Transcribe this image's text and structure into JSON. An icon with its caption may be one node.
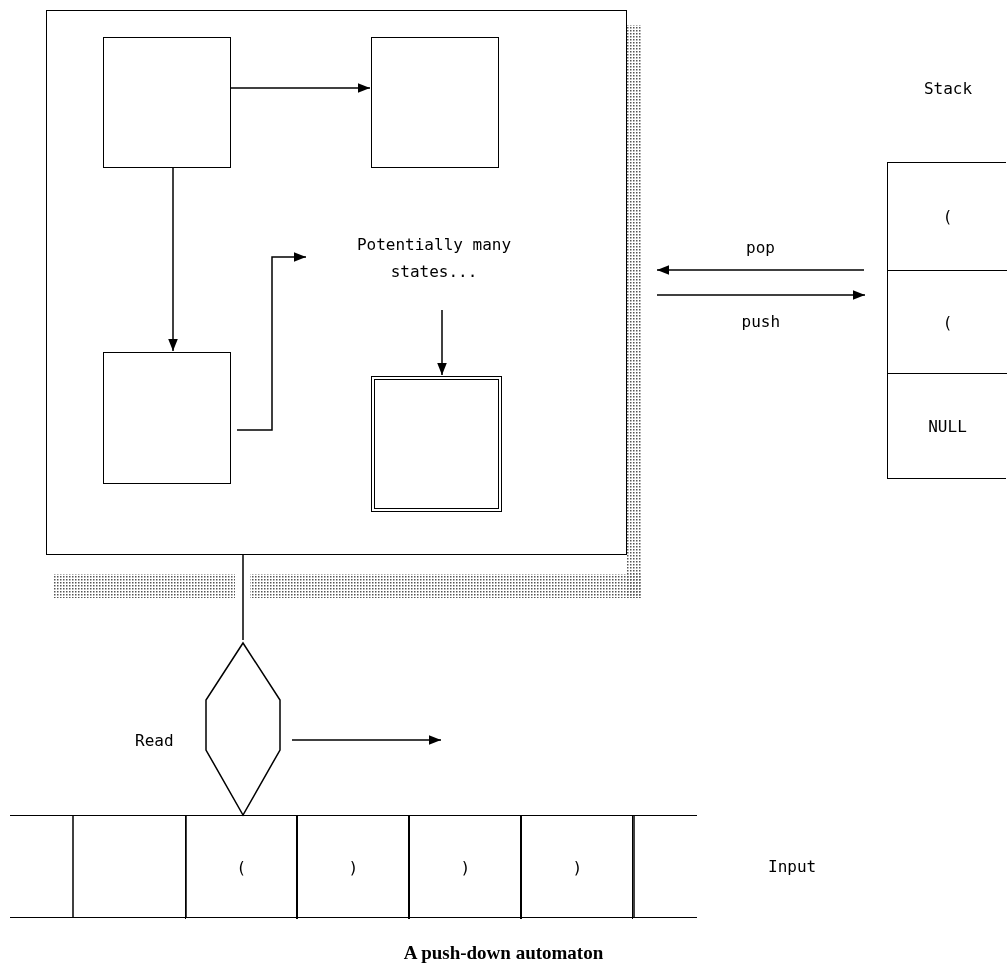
{
  "diagram": {
    "caption": "A push-down automaton",
    "nodes": [
      {
        "text": [],
        "shape": "box"
      },
      {
        "text": [],
        "shape": "box",
        "in": 0
      },
      {
        "text": [],
        "shape": "box",
        "in": 0
      },
      {
        "text": [],
        "shape": "box",
        "in": 0
      },
      {
        "text": [
          "Potentially many states..."
        ],
        "in": 0
      },
      {
        "text": [],
        "shape": "box",
        "in": 0
      },
      {
        "text": [
          "Stack"
        ]
      },
      {
        "text": [
          "("
        ],
        "in": 6
      },
      {
        "text": [
          "("
        ],
        "in": 6
      },
      {
        "text": [
          "NULL"
        ],
        "in": 6
      },
      {
        "text": [],
        "shape": "diamond",
        "beside": [
          "Read"
        ]
      },
      {
        "text": [],
        "shape": "bar"
      },
      {
        "text": [
          "("
        ],
        "in": 11
      },
      {
        "text": [
          ")"
        ],
        "in": 11
      },
      {
        "text": [
          ")"
        ],
        "in": 11
      },
      {
        "text": [
          ")"
        ],
        "in": 11
      }
    ],
    "edges": [
      {
        "from": 1,
        "to": 2,
        "arrow": "to"
      },
      {
        "from": 1,
        "to": 3,
        "arrow": "to"
      },
      {
        "from": 3,
        "to": 4,
        "arrow": "to"
      },
      {
        "from": 4,
        "to": 5,
        "arrow": "to"
      },
      {
        "from": 6,
        "to": 0,
        "arrow": "to",
        "label": "pop"
      },
      {
        "from": 0,
        "to": 6,
        "arrow": "to",
        "label": "push"
      },
      {
        "from": 0,
        "to": 10,
        "arrow": "none"
      },
      {
        "from": 10,
        "to": null,
        "arrow": "to"
      }
    ],
    "labels": [
      "Input"
    ]
  }
}
